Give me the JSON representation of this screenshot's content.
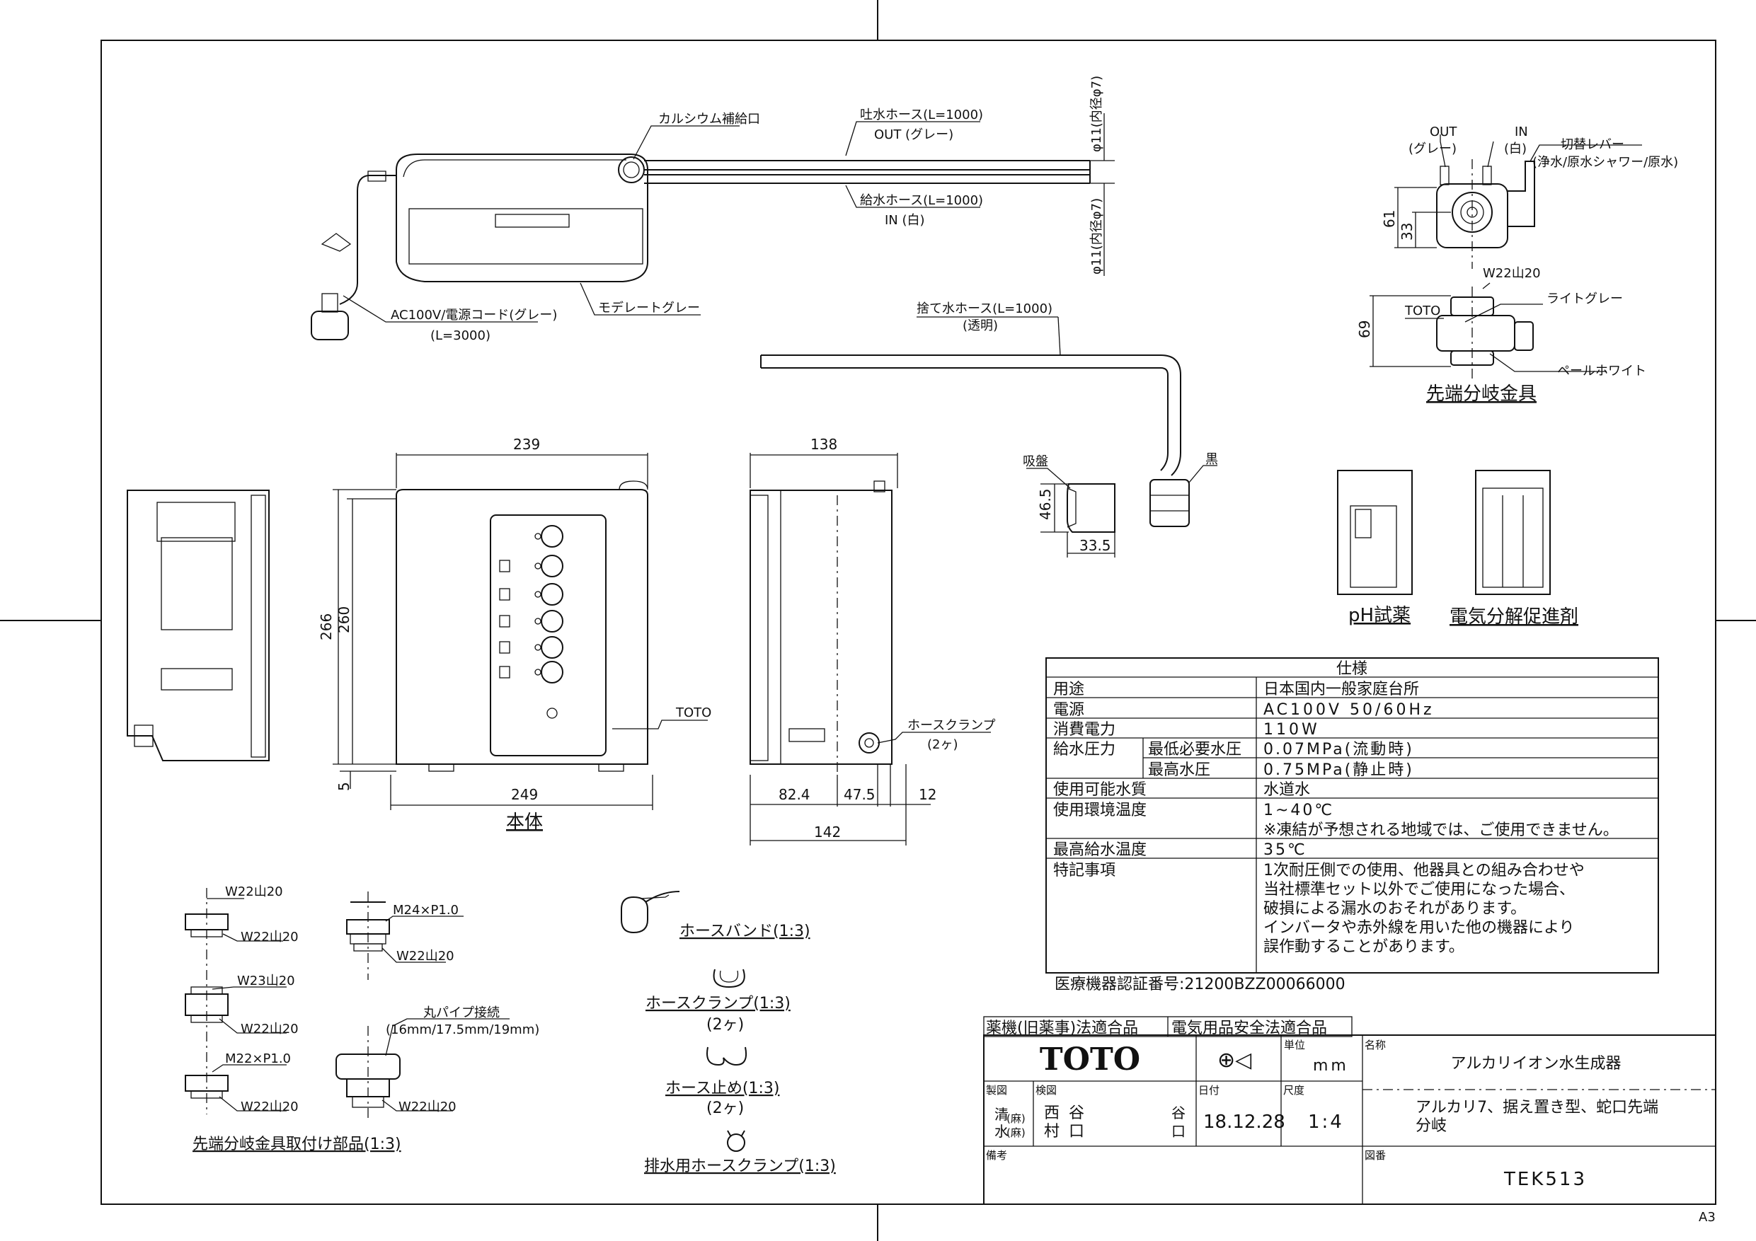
{
  "callouts": {
    "calcium_port": "カルシウム補給口",
    "outlet_hose": "吐水ホース(L=1000)",
    "outlet_hose_color": "OUT (グレー)",
    "inlet_hose": "給水ホース(L=1000)",
    "inlet_hose_color": "IN (白)",
    "hose_dia_top": "φ11(内径φ7)",
    "hose_dia_bottom": "φ11(内径φ7)",
    "power_cord": "AC100V/電源コード(グレー)",
    "power_cord_len": "(L=3000)",
    "body_color": "モデレートグレー",
    "drain_hose": "捨て水ホース(L=1000)",
    "drain_hose_color": "(透明)",
    "suction": "吸盤",
    "black": "黒",
    "toto_front": "TOTO",
    "hose_clamp": "ホースクランプ",
    "hose_clamp_qty": "(2ヶ)"
  },
  "faucet": {
    "out": "OUT",
    "out_color": "(グレー)",
    "in": "IN",
    "in_color": "(白)",
    "lever": "切替レバー",
    "lever_modes": "(浄水/原水シャワー/原水)",
    "thread": "W22山20",
    "toto": "TOTO",
    "light_gray": "ライトグレー",
    "pale_white": "ペールホワイト",
    "title": "先端分岐金具"
  },
  "dimensions": {
    "d239": "239",
    "d266": "266",
    "d260": "260",
    "d5": "5",
    "d249": "249",
    "d138": "138",
    "d82_4": "82.4",
    "d47_5": "47.5",
    "d12": "12",
    "d142": "142",
    "d46_5": "46.5",
    "d33_5": "33.5",
    "d61": "61",
    "d33": "33",
    "d69": "69"
  },
  "view_labels": {
    "body": "本体",
    "ph_reagent": "pH試薬",
    "electrolysis": "電気分解促進剤"
  },
  "spec_table": {
    "title": "仕様",
    "rows": [
      {
        "label": "用途",
        "value": "日本国内一般家庭台所"
      },
      {
        "label": "電源",
        "value": "AC100V 50/60Hz"
      },
      {
        "label": "消費電力",
        "value": "110W"
      },
      {
        "label": "給水圧力",
        "sub": "最低必要水圧",
        "value": "0.07MPa(流動時)"
      },
      {
        "label": "",
        "sub": "最高水圧",
        "value": "0.75MPa(静止時)"
      },
      {
        "label": "使用可能水質",
        "value": "水道水"
      },
      {
        "label": "使用環境温度",
        "value": "1~40℃",
        "value2": "※凍結が予想される地域では、ご使用できません。"
      },
      {
        "label": "最高給水温度",
        "value": "35℃"
      },
      {
        "label": "特記事項",
        "lines": [
          "1次耐圧側での使用、他器具との組み合わせや",
          "当社標準セット以外でご使用になった場合、",
          "破損による漏水のおそれがあります。",
          "インバータや赤外線を用いた他の機器により",
          "誤作動することがあります。"
        ]
      }
    ],
    "cert": "医療機器認証番号:21200BZZ00066000"
  },
  "parts": {
    "w22_a": "W22山20",
    "w22_b": "W22山20",
    "m24": "M24×P1.0",
    "w22_c": "W22山20",
    "w23": "W23山20",
    "w22_d": "W22山20",
    "m22": "M22×P1.0",
    "w22_e": "W22山20",
    "round_pipe": "丸パイプ接続",
    "round_pipe_sizes": "(16mm/17.5mm/19mm)",
    "w22_f": "W22山20",
    "parts_title": "先端分岐金具取付け部品(1:3)",
    "hose_band": "ホースバンド(1:3)",
    "hose_clamp": "ホースクランプ(1:3)",
    "hose_clamp_qty": "(2ヶ)",
    "hose_stop": "ホース止め(1:3)",
    "hose_stop_qty": "(2ヶ)",
    "drain_clamp": "排水用ホースクランプ(1:3)"
  },
  "title_block": {
    "cert1": "薬機(旧薬事)法適合品",
    "cert2": "電気用品安全法適合品",
    "logo": "TOTO",
    "unit_label": "単位",
    "unit": "mm",
    "name_label": "名称",
    "name": "アルカリイオン水生成器",
    "drawn_label": "製図",
    "checked_label": "検図",
    "date_label": "日付",
    "scale_label": "尺度",
    "drawn1": "清",
    "drawn1b": "(麻)",
    "drawn2": "水",
    "drawn2b": "(麻)",
    "checked1": "西",
    "checked2": "村",
    "checked3": "谷",
    "checked4": "口",
    "checked5": "谷",
    "checked6": "口",
    "date": "18.12.28",
    "scale": "1:4",
    "desc1": "アルカリ7、据え置き型、蛇口先端",
    "desc2": "分岐",
    "remarks_label": "備考",
    "drawing_no_label": "図番",
    "drawing_no": "TEK513"
  },
  "sheet_size": "A3"
}
